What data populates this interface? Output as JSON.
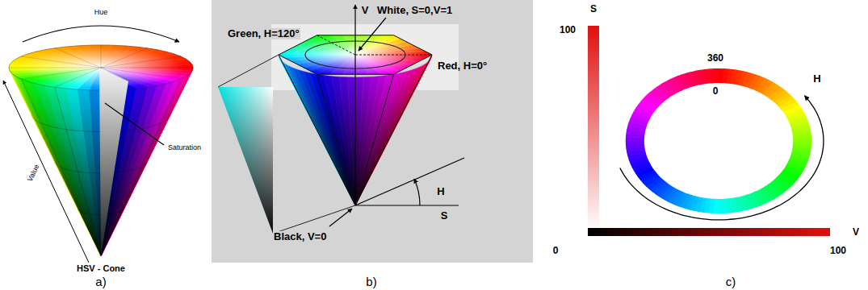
{
  "diagram": {
    "labels": [
      "Hue",
      "Value",
      "Saturation",
      "HSV - Cone",
      "a)",
      "Green, H=120°",
      "V",
      "White, S=0,V=1",
      "Red, H=0°",
      "H",
      "S",
      "Black, V=0",
      "b)",
      "S",
      "100",
      "360",
      "0",
      "H",
      "0",
      "100",
      "V",
      "c)"
    ]
  }
}
